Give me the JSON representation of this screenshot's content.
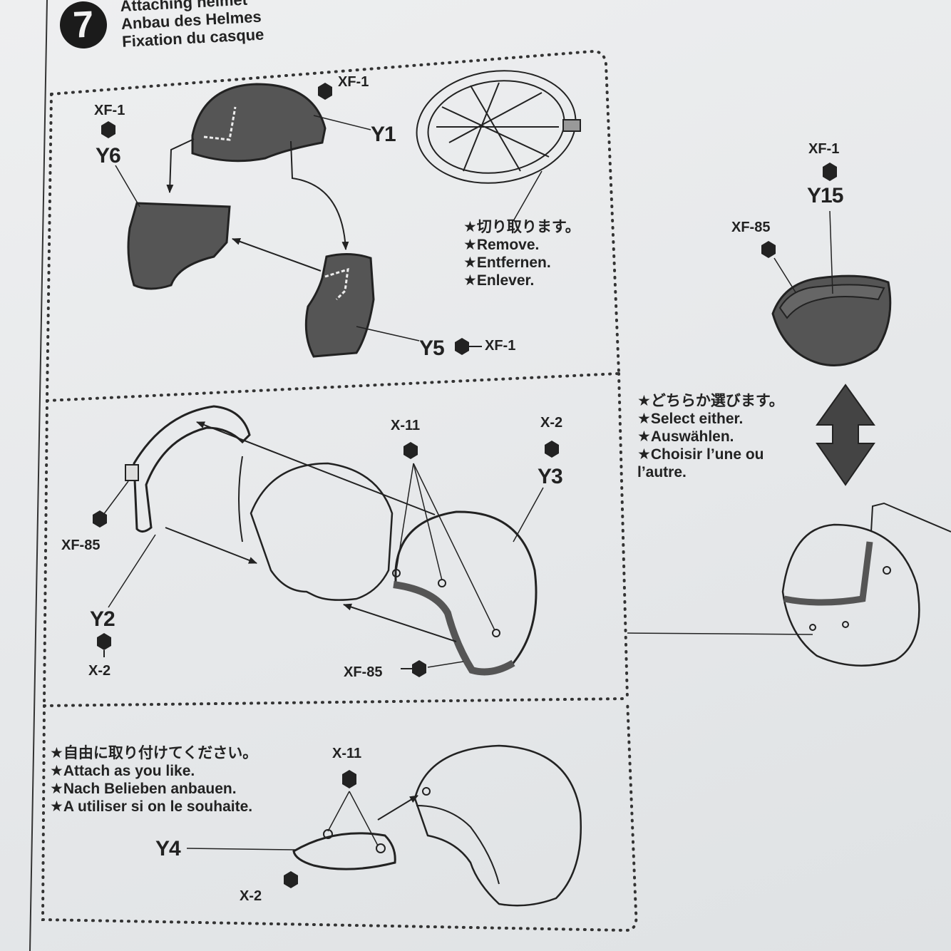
{
  "step": {
    "number": "7",
    "title_en": "Attaching helmet",
    "title_de": "Anbau des Helmes",
    "title_fr": "Fixation du casque"
  },
  "parts": {
    "y1": "Y1",
    "y2": "Y2",
    "y3": "Y3",
    "y4": "Y4",
    "y5": "Y5",
    "y6": "Y6",
    "y15": "Y15"
  },
  "paints": {
    "xf1": "XF-1",
    "xf85": "XF-85",
    "x2": "X-2",
    "x11": "X-11"
  },
  "notes": {
    "remove": [
      "★切り取ります。",
      "★Remove.",
      "★Entfernen.",
      "★Enlever."
    ],
    "select": [
      "★どちらか選びます。",
      "★Select either.",
      "★Auswählen.",
      "★Choisir l’une ou",
      "l’autre."
    ],
    "attach": [
      "★自由に取り付けてください。",
      "★Attach as you like.",
      "★Nach Belieben anbauen.",
      "★A utiliser si on le souhaite."
    ]
  },
  "colors": {
    "paper": "#e9ebec",
    "ink": "#1e1e1e",
    "part_fill": "#555555"
  }
}
